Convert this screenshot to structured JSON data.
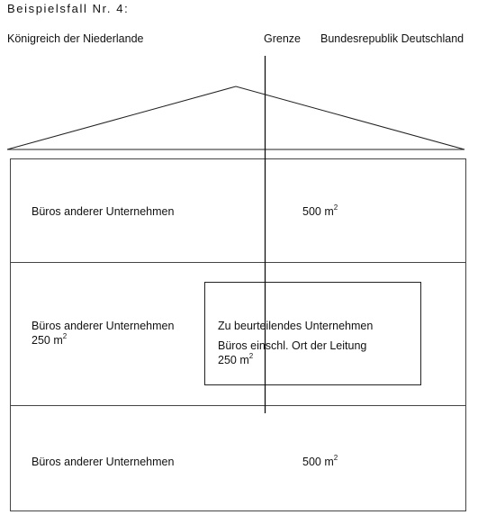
{
  "title": "Beispielsfall Nr. 4:",
  "countries": {
    "left": "Königreich der Niederlande",
    "border": "Grenze",
    "right": "Bundesrepublik Deutschland"
  },
  "floors": {
    "top": {
      "label": "Büros anderer Unternehmen",
      "area_value": "500 m",
      "area_exp": "2"
    },
    "middle": {
      "label_line1": "Büros anderer Unternehmen",
      "area_value": "250 m",
      "area_exp": "2"
    },
    "bottom": {
      "label": "Büros anderer Unternehmen",
      "area_value": "500 m",
      "area_exp": "2"
    }
  },
  "assessed_company": {
    "line1": "Zu beurteilendes Unternehmen",
    "line2": "Büros einschl. Ort der Leitung",
    "area_value": "250 m",
    "area_exp": "2"
  }
}
